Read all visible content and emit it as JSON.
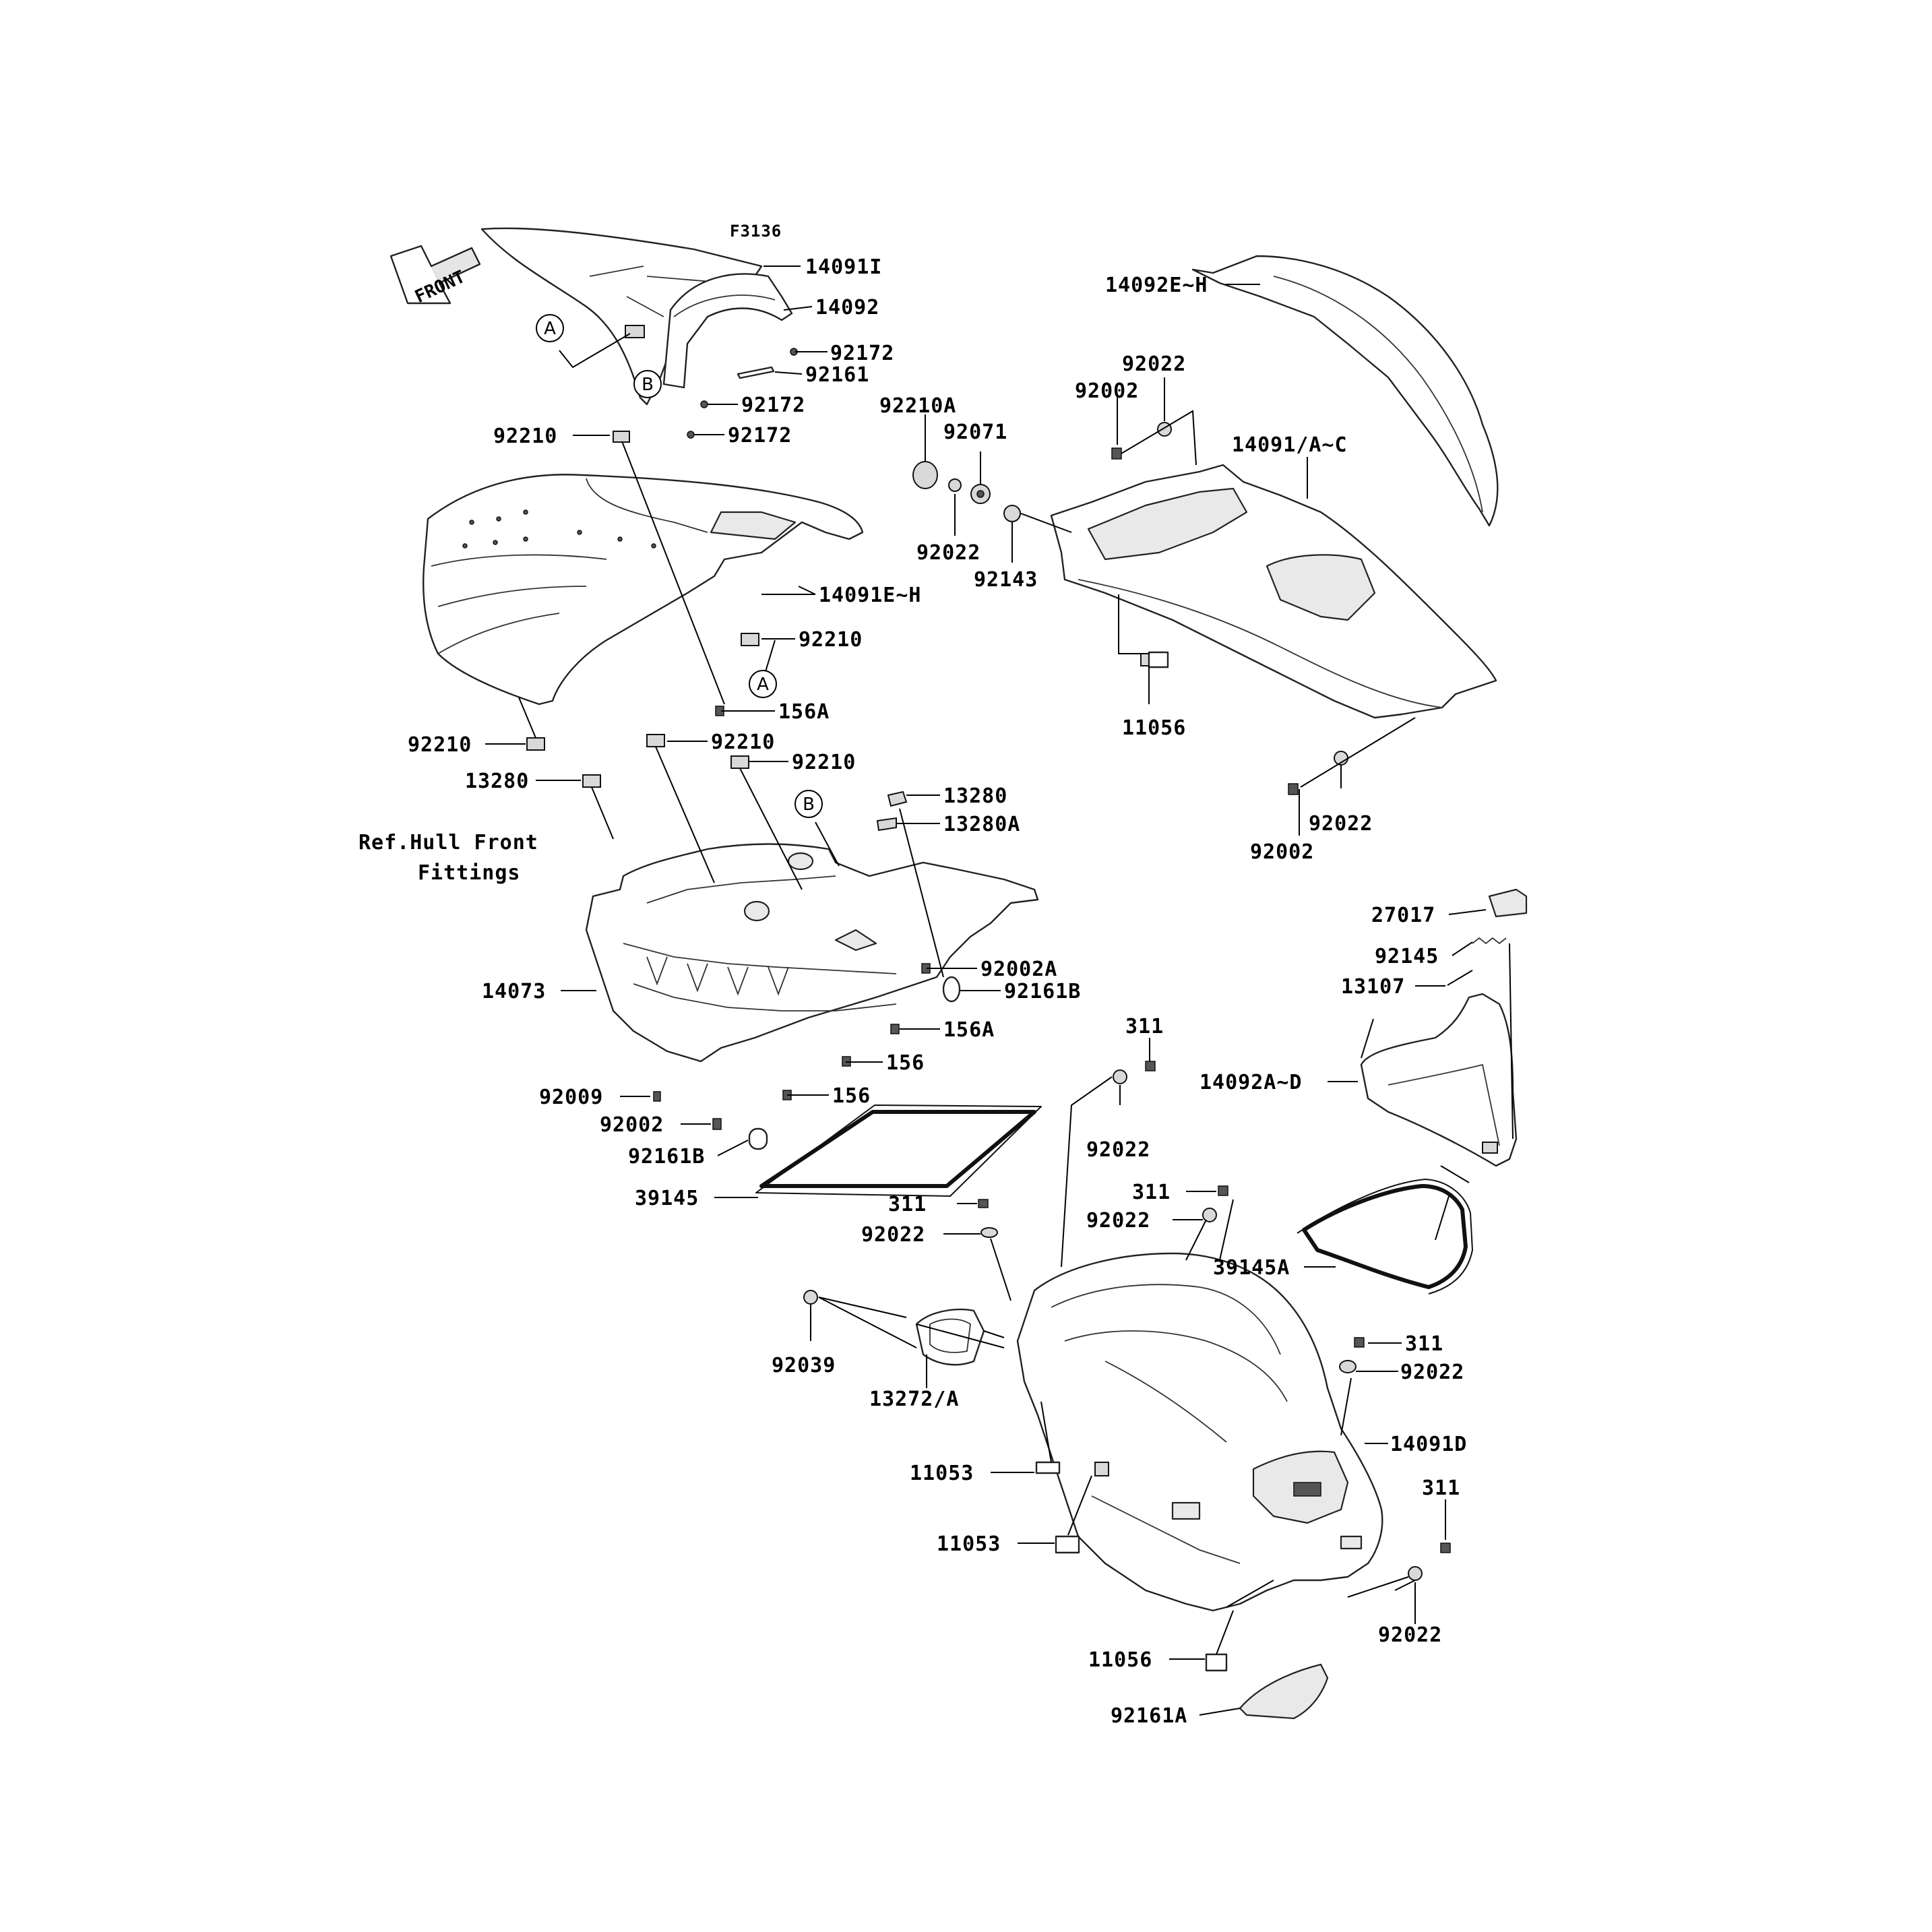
{
  "diagram": {
    "code": "F3136",
    "front_label": "FRONT",
    "ref_note": [
      "Ref.Hull Front",
      "Fittings"
    ],
    "markers": [
      "A",
      "B"
    ],
    "labels": [
      "14091I",
      "14092",
      "92172",
      "92161",
      "92172",
      "92172",
      "92210",
      "92210A",
      "92071",
      "92022",
      "92143",
      "14091E~H",
      "92210",
      "156A",
      "92210",
      "92210",
      "92210",
      "13280",
      "13280A",
      "14073",
      "92002A",
      "92161B",
      "156A",
      "156",
      "156",
      "92009",
      "92002",
      "92161B",
      "39145",
      "14092E~H",
      "92022",
      "92002",
      "14091/A~C",
      "11056",
      "92022",
      "92002",
      "27017",
      "92145",
      "13107",
      "311",
      "14092A~D",
      "92022",
      "311",
      "92022",
      "311",
      "92022",
      "39145A",
      "92039",
      "13272/A",
      "311",
      "92022",
      "14091D",
      "11053",
      "11053",
      "311",
      "92022",
      "11056",
      "92161A"
    ]
  }
}
